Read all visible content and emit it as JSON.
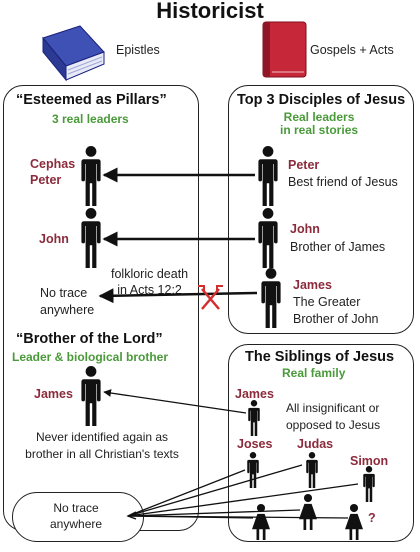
{
  "title": "Historicist",
  "legend": {
    "epistles": "Epistles",
    "gospels": "Gospels + Acts"
  },
  "pillars": {
    "heading": "“Esteemed as Pillars”",
    "subtitle": "3  real leaders",
    "cephas_line1": "Cephas",
    "cephas_line2": "Peter",
    "john": "John",
    "no_trace_line1": "No trace",
    "no_trace_line2": "anywhere"
  },
  "disciples": {
    "heading": "Top 3 Disciples of Jesus",
    "subtitle_line1": "Real leaders",
    "subtitle_line2": "in real stories",
    "peter_name": "Peter",
    "peter_desc": "Best friend of Jesus",
    "john_name": "John",
    "john_desc": "Brother of James",
    "james_name": "James",
    "james_desc_line1": "The Greater",
    "james_desc_line2": "Brother of John"
  },
  "death_note": {
    "line1": "folkloric death",
    "line2": "in Acts 12:2"
  },
  "brother": {
    "heading": "“Brother of the Lord”",
    "subtitle": "Leader & biological brother",
    "name": "James",
    "note_line1": "Never identified again as",
    "note_line2": "brother in all Christian's texts"
  },
  "siblings": {
    "heading": "The Siblings of Jesus",
    "subtitle": "Real family",
    "james": "James",
    "insignificant_line1": "All insignificant or",
    "insignificant_line2": "opposed to Jesus",
    "joses": "Joses",
    "judas": "Judas",
    "simon": "Simon",
    "unknown": "?"
  },
  "bottom_no_trace": {
    "line1": "No trace",
    "line2": "anywhere"
  },
  "colors": {
    "leader_green": "#4a9a3a",
    "name_red": "#8b2b3b",
    "epistles_blue": "#3f51b5",
    "gospels_red": "#c62839",
    "sword_red": "#d32f2f"
  }
}
